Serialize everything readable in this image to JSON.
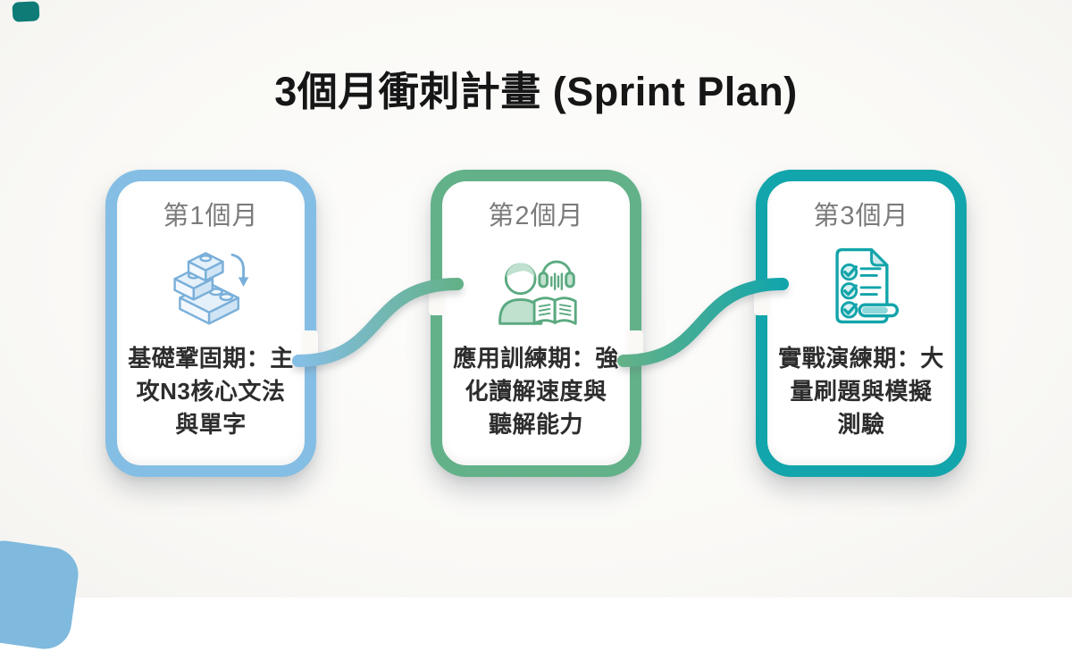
{
  "title": "3個月衝刺計畫 (Sprint Plan)",
  "cards": [
    {
      "month_label": "第1個月",
      "description": "基礎鞏固期：主\n攻N3核心文法\n與單字",
      "accent_color": "#85BEE4",
      "icon": "building-blocks-icon"
    },
    {
      "month_label": "第2個月",
      "description": "應用訓練期：強\n化讀解速度與\n聽解能力",
      "accent_color": "#63B189",
      "icon": "listening-reading-icon"
    },
    {
      "month_label": "第3個月",
      "description": "實戰演練期：大\n量刷題與模擬\n測驗",
      "accent_color": "#12A5AB",
      "icon": "checklist-icon"
    }
  ],
  "connectors": [
    {
      "from": "第1個月",
      "to": "第2個月",
      "gradient": [
        "#85BEE4",
        "#63B189"
      ]
    },
    {
      "from": "第2個月",
      "to": "第3個月",
      "gradient": [
        "#63B189",
        "#11A5AB"
      ]
    }
  ],
  "colors": {
    "background": "#FAF9F6",
    "title_text": "#161616",
    "month_label_text": "#7B7B7B",
    "description_text": "#2D2D2D",
    "decor_top_left": "#0E7B76",
    "decor_bottom_left": "#7FB9DE"
  }
}
